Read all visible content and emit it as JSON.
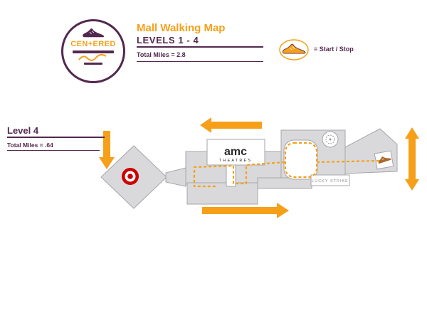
{
  "header": {
    "title": "Mall Walking Map",
    "subtitle": "LEVELS 1 - 4",
    "total_miles": "Total Miles = 2.8"
  },
  "legend": {
    "start_stop_label": "= Start / Stop",
    "icon": "sneaker-icon"
  },
  "logo": {
    "title": "CEN+ERED",
    "icon": "sneaker-icon"
  },
  "level_panel": {
    "title": "Level 4",
    "total_miles": "Total Miles = .64"
  },
  "map": {
    "amc_line1": "amc",
    "amc_line2": "THEATRES",
    "lucky_strike": "LUCKY STRIKE",
    "anchor_icons": [
      "target-bullseye-icon",
      "carousel-icon",
      "start-stop-sneaker-icon"
    ],
    "route_style": "dotted-orange-loop",
    "direction_arrows": [
      "left-down",
      "top-leftward",
      "bottom-rightward",
      "right-vertical-double"
    ]
  },
  "colors": {
    "orange": "#F6A01A",
    "purple": "#53284F",
    "map_gray": "#D9D9DB",
    "map_stroke": "#A6A6A9",
    "target_red": "#CC0000"
  }
}
